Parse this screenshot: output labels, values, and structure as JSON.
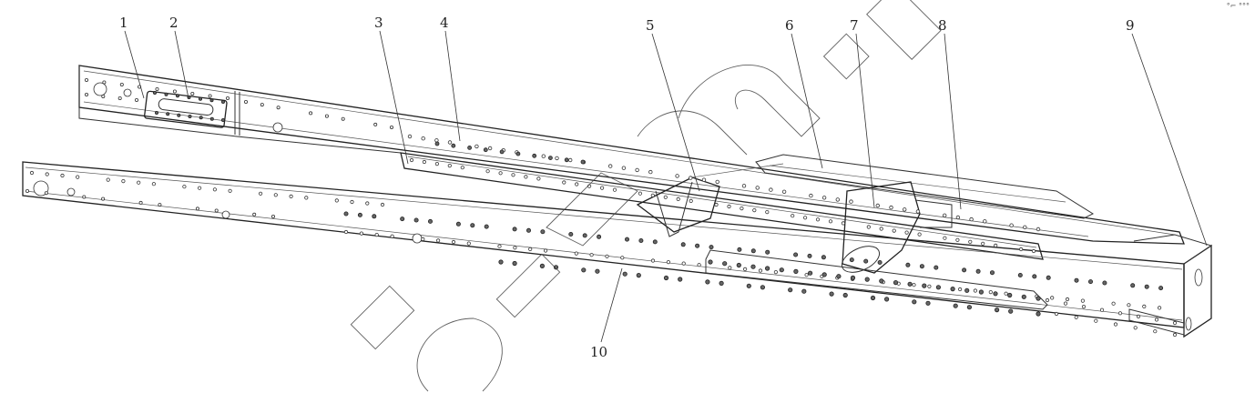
{
  "figure": {
    "type": "technical-assembly-drawing",
    "subject": "vehicle chassis frame (side members with cross members), isometric view",
    "corner_mark": "°⌐ °°°",
    "callouts": [
      {
        "label": "1"
      },
      {
        "label": "2"
      },
      {
        "label": "3"
      },
      {
        "label": "4"
      },
      {
        "label": "5"
      },
      {
        "label": "6"
      },
      {
        "label": "7"
      },
      {
        "label": "8"
      },
      {
        "label": "9"
      },
      {
        "label": "10"
      }
    ],
    "watermark": {
      "text": "ap-kom.ru",
      "style": "outlined diagonal letters"
    },
    "colors": {
      "line": "#333333",
      "background": "#ffffff"
    }
  }
}
